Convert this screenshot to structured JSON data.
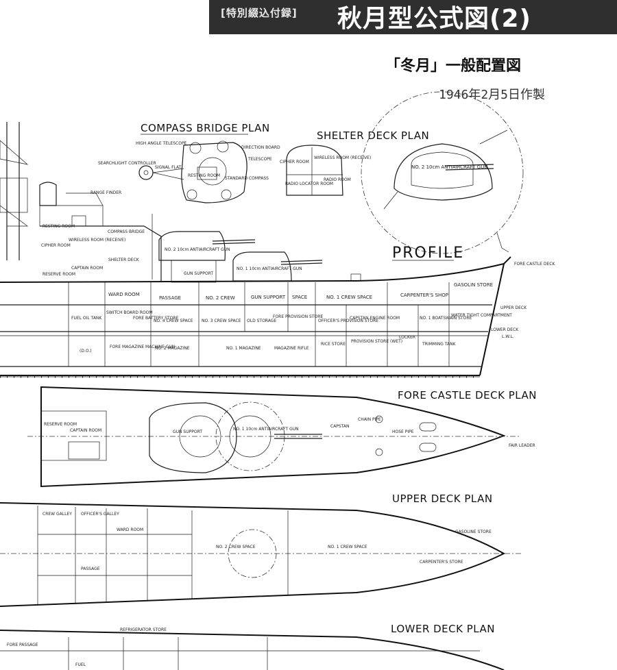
{
  "header": {
    "supplement": "[特別綴込付録]",
    "series_title": "秋月型公式図(2)"
  },
  "plate": {
    "title": "「冬月」一般配置図",
    "date": "1946年2月5日作製"
  },
  "plan_titles": {
    "compass_bridge": "COMPASS BRIDGE PLAN",
    "shelter_deck": "SHELTER DECK PLAN",
    "profile": "PROFILE",
    "fore_castle": "FORE CASTLE DECK PLAN",
    "upper_deck": "UPPER DECK PLAN",
    "lower_deck": "LOWER DECK PLAN"
  },
  "bridge_labels": {
    "high_angle_telescope": "HIGH ANGLE TELESCOPE",
    "searchlight_controller": "SEARCHLIGHT CONTROLLER",
    "signal_flat": "SIGNAL FLAT",
    "resting_room": "RESTING ROOM",
    "direction_board": "DIRECTION BOARD",
    "telescope": "TELESCOPE",
    "standard_compass": "STANDARD COMPASS",
    "cipher_room": "CIPHER ROOM",
    "wireless_room": "WIRELESS ROOM (RECEIVE)",
    "radio_locator_room": "RADIO LOCATOR ROOM",
    "radio_room": "RADIO ROOM",
    "no2_aa_gun": "NO. 2 10cm ANTIAIRCRAFT GUN"
  },
  "profile_labels": {
    "range_finder": "RANGE FINDER",
    "compass_bridge": "COMPASS BRIDGE",
    "shelter_deck": "SHELTER DECK",
    "no2_gun": "NO. 2 10cm ANTIAIRCRAFT GUN",
    "no1_gun": "NO. 1 10cm ANTIAIRCRAFT GUN",
    "gun_support": "GUN SUPPORT",
    "fore_castle_deck": "FORE CASTLE DECK",
    "upper_deck": "UPPER DECK",
    "lower_deck": "LOWER DECK",
    "lwl": "L.W.L.",
    "wireless_room": "WIRELESS ROOM (RECEIVE)",
    "captain_room": "CAPTAIN ROOM",
    "reserve_room": "RESERVE ROOM",
    "cipher_room": "CIPHER ROOM",
    "resting_room": "RESTING ROOM",
    "row1": [
      "WARD ROOM",
      "PASSAGE",
      "NO. 2 CREW",
      "GUN SUPPORT",
      "SPACE",
      "NO. 1 CREW SPACE",
      "CARPENTER'S SHOP",
      "GASOLIN STORE"
    ],
    "row2": [
      "FUEL OIL TANK",
      "SWITCH BOARD ROOM",
      "FORE BATTERY STORE",
      "NO. 4 CREW SPACE",
      "NO. 3 CREW SPACE",
      "OLD STORAGE",
      "FORE PROVISION STORE",
      "OFFICER'S PROVISION STORE",
      "CAPSTAN ENGINE ROOM",
      "NO. 1 BOATSWAIN STORE",
      "WATER TIGHT COMPARTMENT"
    ],
    "row3": [
      "(D.O.)",
      "FORE MAGAZINE MACHINE GUN",
      "NO. 2 MAGAZINE",
      "NO. 1 MAGAZINE",
      "MAGAZINE RIFLE",
      "RICE STORE",
      "PROVISION STORE (WET)",
      "LOCKER",
      "TRIMMING TANK"
    ]
  },
  "forecastle_labels": {
    "reserve_room": "RESERVE ROOM",
    "captain_room": "CAPTAIN ROOM",
    "gun_support": "GUN SUPPORT",
    "no1_gun": "NO. 1 10cm ANTIAIRCRAFT GUN",
    "capstan": "CAPSTAN",
    "chain_pipe": "CHAIN PIPE",
    "hose_pipe": "HOSE PIPE",
    "fair_lead": "FAIR LEADER"
  },
  "upper_labels": {
    "crew_galley": "CREW GALLEY",
    "officers_galley": "OFFICER'S GALLEY",
    "ward_room": "WARD ROOM",
    "no2_crew": "NO. 2 CREW SPACE",
    "no1_crew": "NO. 1 CREW SPACE",
    "passage": "PASSAGE",
    "carpenters_store": "CARPENTER'S STORE",
    "gasoline_store": "GASOLINE STORE"
  },
  "lower_labels": {
    "refrigerator_store": "REFRIGERATOR STORE",
    "fore_passage": "FORE PASSAGE",
    "fuel": "FUEL"
  }
}
